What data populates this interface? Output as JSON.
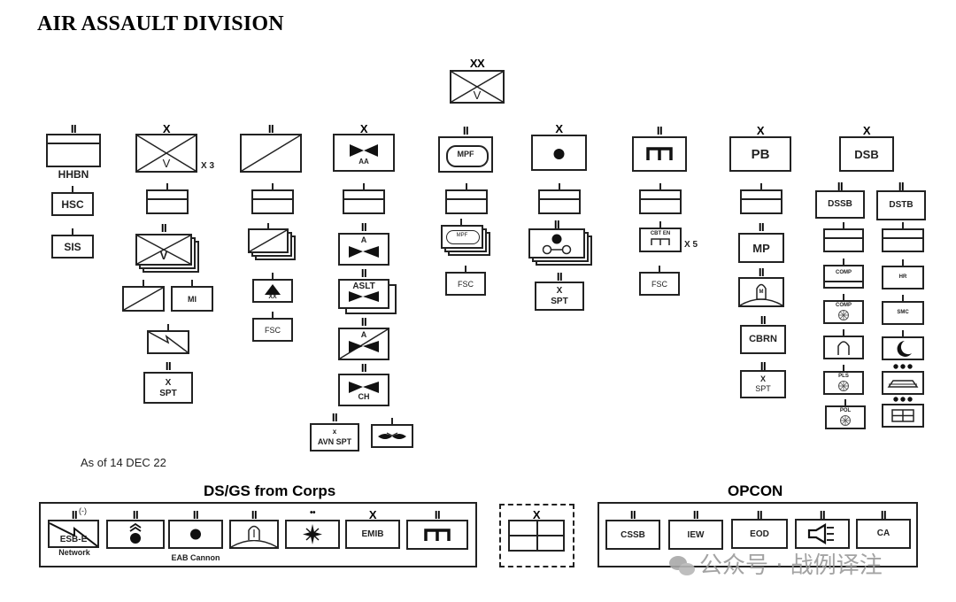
{
  "title": "AIR ASSAULT DIVISION",
  "date_note": "As of 14 DEC 22",
  "division": {
    "echelon": "XX",
    "modifier": "V"
  },
  "columns": [
    {
      "name": "hhbn",
      "echelon": "II",
      "label": "HHBN",
      "children": [
        "HSC",
        "SIS"
      ]
    },
    {
      "name": "infantry-brigade",
      "echelon": "X",
      "modifier": "V",
      "multiplier": "X 3",
      "children": [
        {
          "echelon": "I",
          "type": "HQ"
        },
        {
          "echelon": "II",
          "modifier": "V",
          "stacked": true
        },
        {
          "echelon": "I",
          "type": "Cavalry"
        },
        {
          "echelon": "I",
          "label": "MI"
        },
        {
          "echelon": "I",
          "type": "Signal"
        },
        {
          "echelon": "II",
          "label_top": "X",
          "label": "SPT"
        }
      ]
    },
    {
      "name": "cavalry-squadron",
      "echelon": "II",
      "children": [
        {
          "echelon": "I",
          "type": "HQ"
        },
        {
          "echelon": "I",
          "type": "Cavalry",
          "stacked": true
        },
        {
          "echelon": "I",
          "label": "XX",
          "type": "Field Artillery"
        },
        {
          "echelon": "I",
          "label": "FSC"
        }
      ]
    },
    {
      "name": "aviation-brigade",
      "echelon": "X",
      "label": "AA",
      "children": [
        {
          "echelon": "I",
          "type": "HQ"
        },
        {
          "echelon": "II",
          "label": "A"
        },
        {
          "echelon": "II",
          "label": "ASLT",
          "stacked": true
        },
        {
          "echelon": "II",
          "label": "A",
          "type": "Cavalry Aviation"
        },
        {
          "echelon": "II",
          "label": "CH"
        },
        {
          "echelon": "II",
          "label_top": "x",
          "label": "AVN SPT"
        },
        {
          "echelon": "I",
          "type": "UAS"
        }
      ]
    },
    {
      "name": "mpf-battalion",
      "echelon": "II",
      "label": "MPF",
      "children": [
        {
          "echelon": "I",
          "type": "HQ"
        },
        {
          "echelon": "I",
          "label": "MPF",
          "stacked": true
        },
        {
          "echelon": "I",
          "label": "FSC"
        }
      ]
    },
    {
      "name": "field-artillery-brigade",
      "echelon": "X",
      "children": [
        {
          "echelon": "I",
          "type": "HQ"
        },
        {
          "echelon": "II",
          "type": "Towed Artillery",
          "stacked": true
        },
        {
          "echelon": "II",
          "label_top": "X",
          "label": "SPT"
        }
      ]
    },
    {
      "name": "engineer-battalion",
      "echelon": "II",
      "children": [
        {
          "echelon": "I",
          "type": "HQ"
        },
        {
          "echelon": "I",
          "label": "CBT EN",
          "multiplier": "X 5"
        },
        {
          "echelon": "I",
          "label": "FSC"
        }
      ]
    },
    {
      "name": "pb",
      "echelon": "X",
      "label": "PB",
      "children": [
        {
          "echelon": "I",
          "type": "HQ"
        },
        {
          "echelon": "II",
          "label": "MP"
        },
        {
          "echelon": "II",
          "label": "M",
          "type": "Military Intelligence"
        },
        {
          "echelon": "II",
          "label": "CBRN"
        },
        {
          "echelon": "II",
          "label_top": "X",
          "label": "SPT"
        }
      ]
    },
    {
      "name": "dsb",
      "echelon": "X",
      "label": "DSB",
      "sub": [
        {
          "echelon": "II",
          "label": "DSSB",
          "children": [
            "HQ",
            "COMP",
            "COMP (Supply)",
            "Medical/Signal",
            "PLS",
            "POL"
          ]
        },
        {
          "echelon": "II",
          "label": "DSTB",
          "children": [
            "HQ",
            "HR",
            "SMC",
            "Band",
            "Transport",
            "Medical"
          ]
        }
      ]
    }
  ],
  "dsgs": {
    "heading": "DS/GS from Corps",
    "units": [
      {
        "echelon": "II",
        "suffix": "(-)",
        "label": "ESB-E",
        "sublabel": "Network"
      },
      {
        "echelon": "II",
        "type": "Air Defense"
      },
      {
        "echelon": "II",
        "type": "EAB Cannon"
      },
      {
        "echelon": "II",
        "type": "Military Intelligence"
      },
      {
        "echelon": "••",
        "type": "EOD Section"
      },
      {
        "echelon": "X",
        "label": "EMIB"
      },
      {
        "echelon": "II",
        "type": "Engineer"
      }
    ],
    "eab_cannon_label": "EAB Cannon"
  },
  "attached": {
    "echelon": "X"
  },
  "opcon": {
    "heading": "OPCON",
    "units": [
      {
        "echelon": "II",
        "label": "CSSB"
      },
      {
        "echelon": "II",
        "label": "IEW"
      },
      {
        "echelon": "II",
        "label": "EOD"
      },
      {
        "echelon": "II",
        "type": "PSYOP"
      },
      {
        "echelon": "II",
        "label": "CA"
      }
    ]
  },
  "watermark": "公众号 · 战例译注"
}
